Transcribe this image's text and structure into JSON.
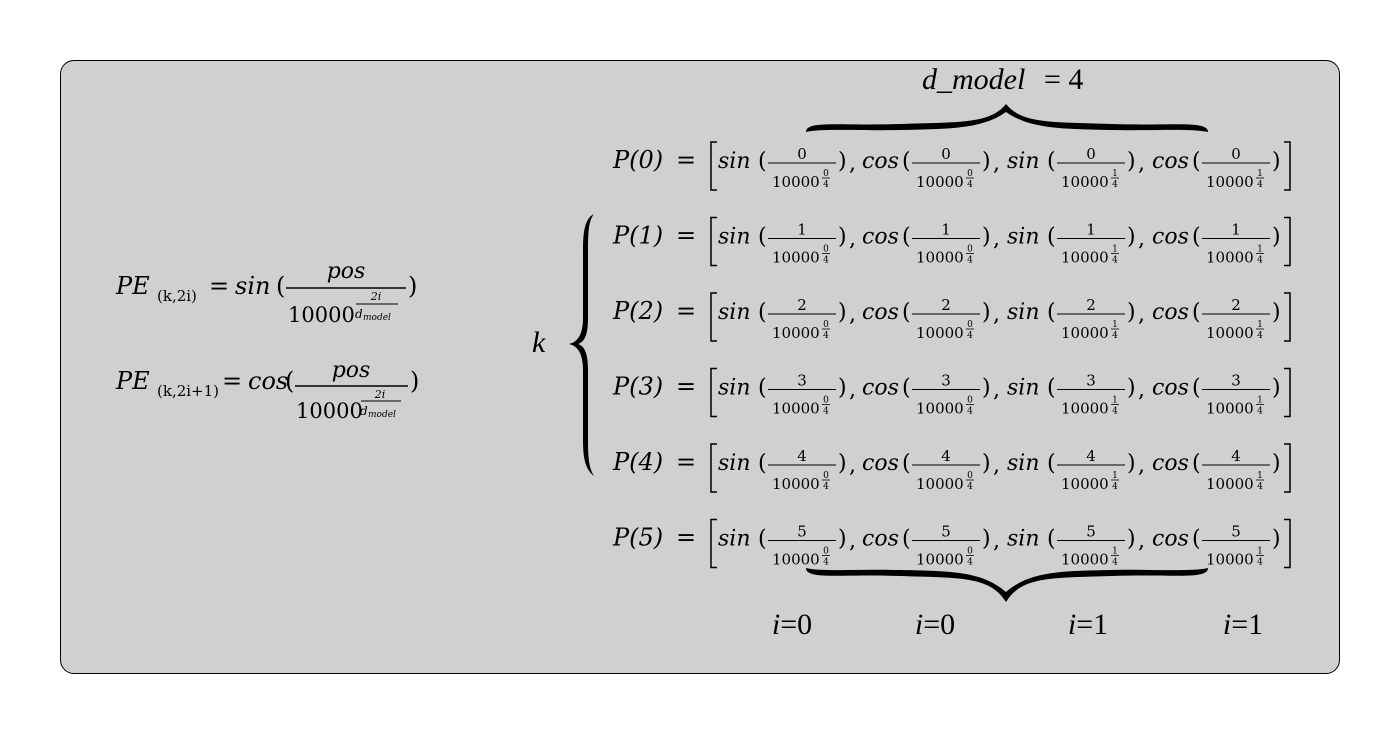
{
  "formulas": {
    "even": {
      "lhs": "PE",
      "sub": "(k,2i)",
      "fn": "sin",
      "num": "pos",
      "base": "10000",
      "exp_num": "2i",
      "exp_den": "d",
      "exp_den_sub": "model"
    },
    "odd": {
      "lhs": "PE",
      "sub": "(k,2i+1)",
      "fn": "cos",
      "num": "pos",
      "base": "10000",
      "exp_num": "2i",
      "exp_den": "d",
      "exp_den_sub": "model"
    }
  },
  "header": {
    "dmodel_label": "d_model",
    "dmodel_eq": "= 4"
  },
  "k_label": "k",
  "matrix": {
    "base": "10000",
    "exp_den": "4",
    "funcs": [
      "sin",
      "cos",
      "sin",
      "cos"
    ],
    "exps": [
      "0",
      "0",
      "1",
      "1"
    ],
    "rows": [
      {
        "label": "P(0)",
        "pos": "0"
      },
      {
        "label": "P(1)",
        "pos": "1"
      },
      {
        "label": "P(2)",
        "pos": "2"
      },
      {
        "label": "P(3)",
        "pos": "3"
      },
      {
        "label": "P(4)",
        "pos": "4"
      },
      {
        "label": "P(5)",
        "pos": "5"
      }
    ]
  },
  "i_labels": [
    "i=0",
    "i=0",
    "i=1",
    "i=1"
  ]
}
